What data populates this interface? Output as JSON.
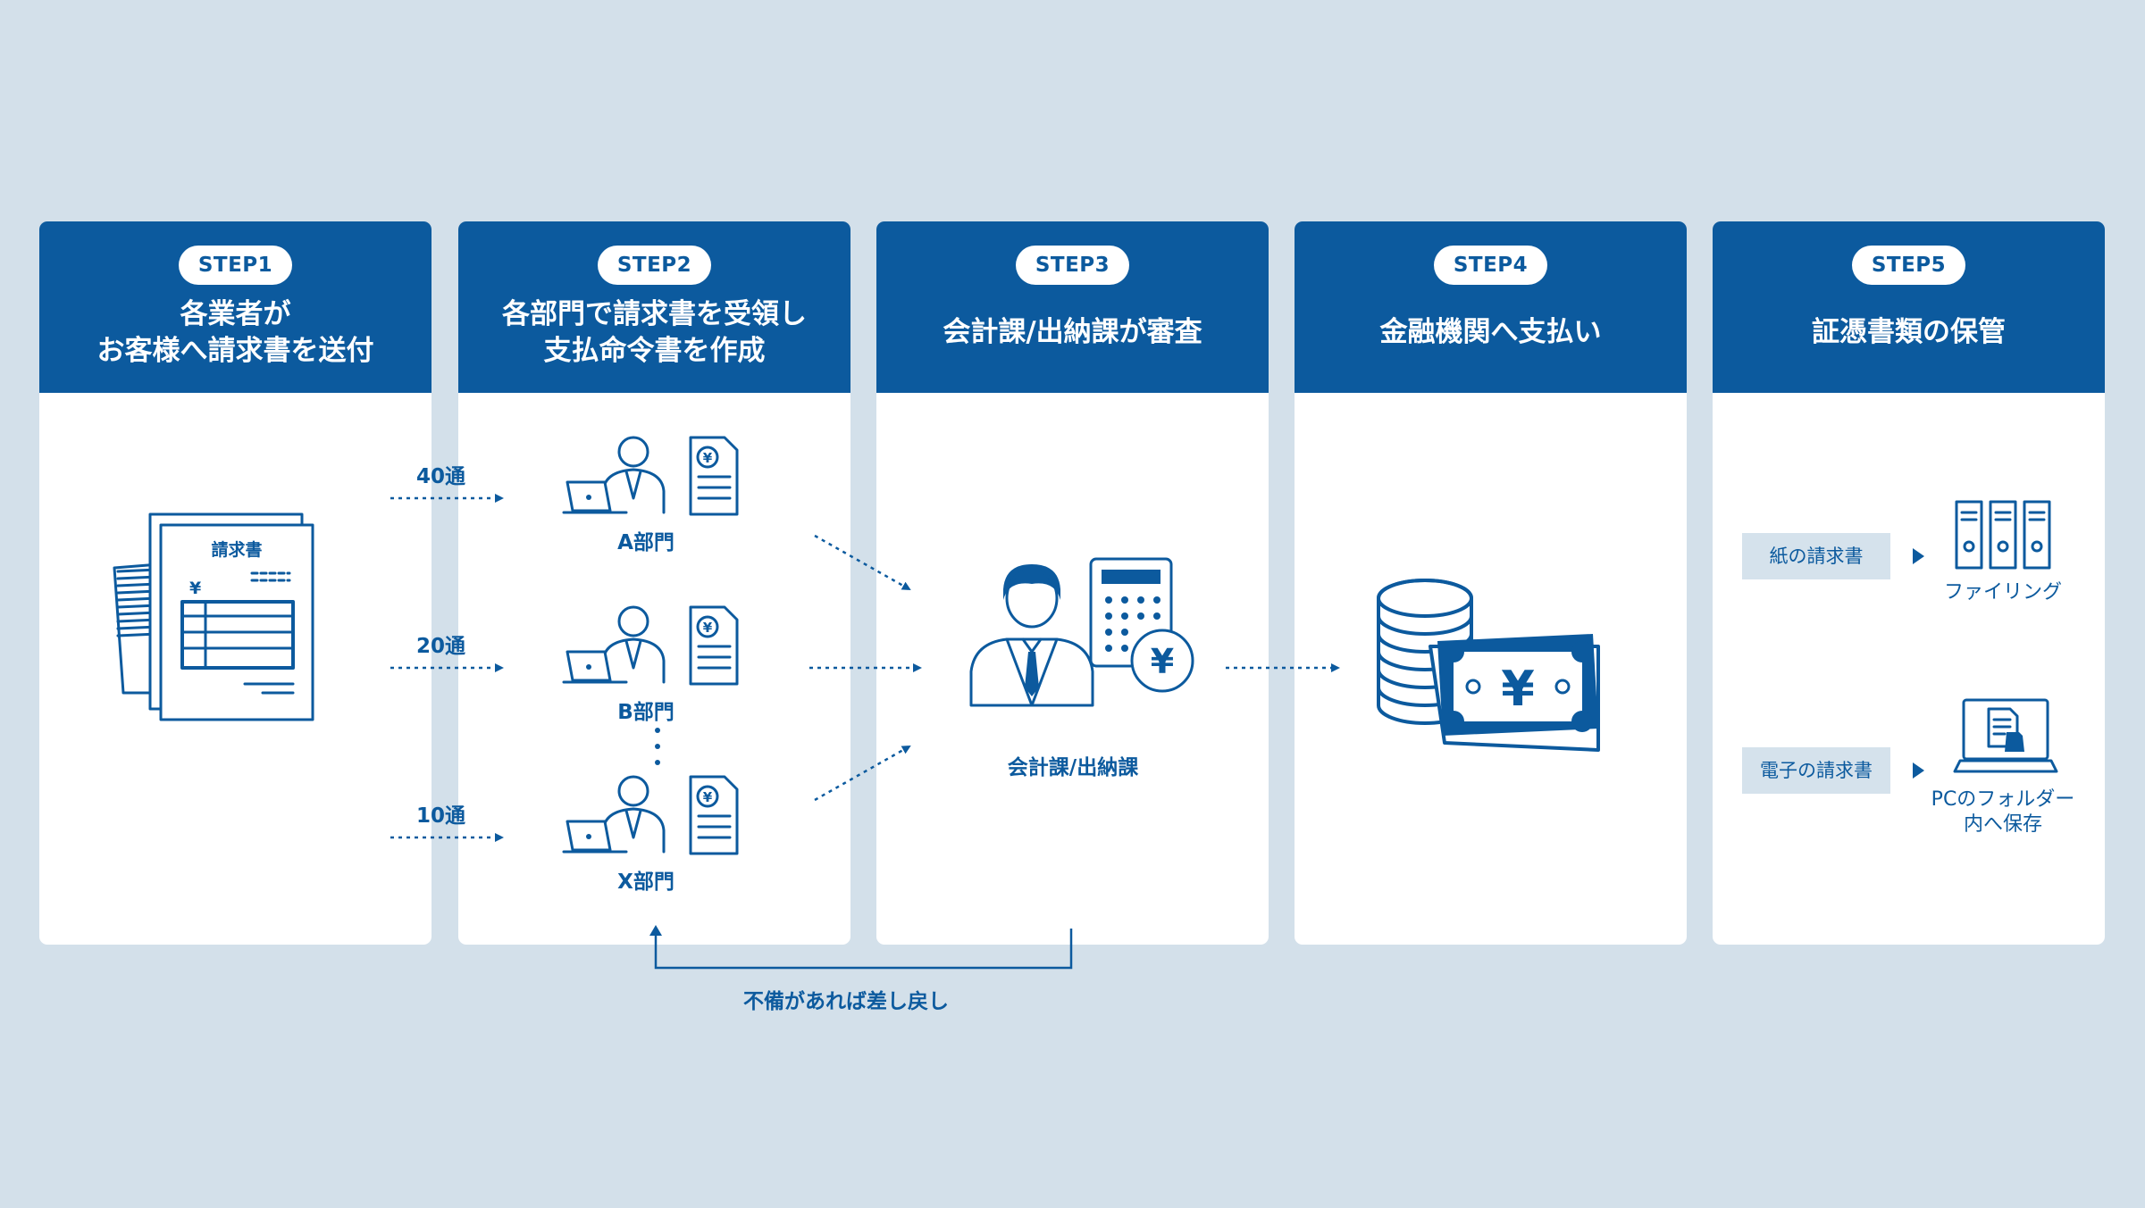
{
  "steps": [
    {
      "label": "STEP1",
      "title": "各業者が\nお客様へ請求書を送付"
    },
    {
      "label": "STEP2",
      "title": "各部門で請求書を受領し\n支払命令書を作成"
    },
    {
      "label": "STEP3",
      "title": "会計課/出納課が審査"
    },
    {
      "label": "STEP4",
      "title": "金融機関へ支払い"
    },
    {
      "label": "STEP5",
      "title": "証憑書類の保管"
    }
  ],
  "step1": {
    "invoice_title": "請求書",
    "yen": "¥"
  },
  "counts": [
    "40通",
    "20通",
    "10通"
  ],
  "departments": [
    "A部門",
    "B部門",
    "X部門"
  ],
  "step3": {
    "label": "会計課/出納課"
  },
  "step5": {
    "paper_tag": "紙の請求書",
    "paper_result": "ファイリング",
    "digital_tag": "電子の請求書",
    "digital_result": "PCのフォルダー\n内へ保存"
  },
  "return_note": "不備があれば差し戻し",
  "colors": {
    "accent": "#0c5a9e",
    "background": "#d3e0ea",
    "tag_bg": "#d5e2ec"
  }
}
